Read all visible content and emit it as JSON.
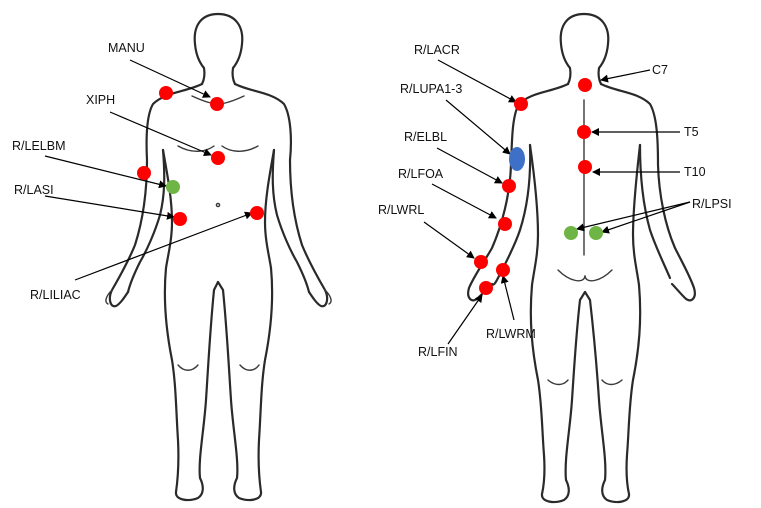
{
  "colors": {
    "marker_red": "#ff0000",
    "marker_green": "#6fb545",
    "marker_blue": "#3e70c8",
    "outline": "#2a2a2a"
  },
  "front_view": {
    "labels": {
      "manu": "MANU",
      "xiph": "XIPH",
      "r_lelbm": "R/LELBM",
      "r_lasi": "R/LASI",
      "r_liliac": "R/LILIAC"
    }
  },
  "back_view": {
    "labels": {
      "r_lacr": "R/LACR",
      "r_lupa": "R/LUPA1-3",
      "r_elbl": "R/ELBL",
      "r_lfoa": "R/LFOA",
      "r_lwrl": "R/LWRL",
      "r_lfin": "R/LFIN",
      "r_lwrm": "R/LWRM",
      "c7": "C7",
      "t5": "T5",
      "t10": "T10",
      "r_lpsi": "R/LPSI"
    }
  }
}
